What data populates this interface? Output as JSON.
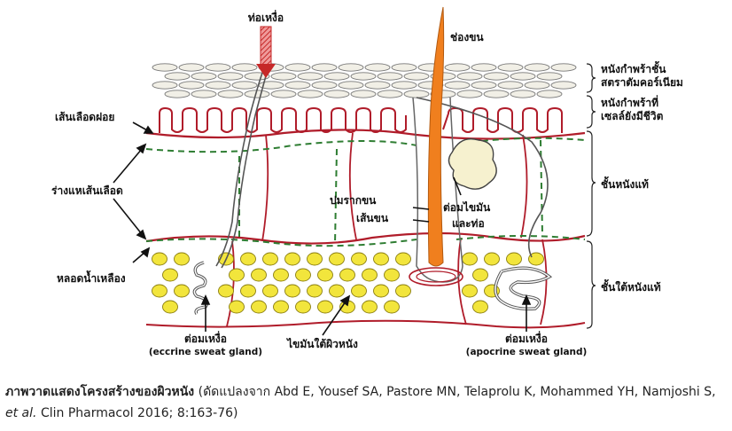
{
  "labels": {
    "sweat_pore": "ท่อเหงื่อ",
    "hair_shaft": "ช่องขน",
    "stratum_corneum_line1": "หนังกำพร้าชั้น",
    "stratum_corneum_line2": "สตราตัมคอร์เนียม",
    "living_epidermis_line1": "หนังกำพร้าที่",
    "living_epidermis_line2": "เซลล์ยังมีชีวิต",
    "capillaries": "เส้นเลือดฝอย",
    "vascular_network": "ร่างแหเส้นเลือด",
    "dermis": "ชั้นหนังแท้",
    "hair_root": "ปมรากขน",
    "hair": "เส้นขน",
    "sebaceous_line1": "ต่อมไขมัน",
    "sebaceous_line2": "และท่อ",
    "lymph": "หลอดน้ำเหลือง",
    "subcutis": "ชั้นใต้หนังแท้",
    "eccrine_th": "ต่อมเหงื่อ",
    "eccrine_en": "(eccrine sweat gland)",
    "subcutaneous_fat": "ไขมันใต้ผิวหนัง",
    "apocrine_th": "ต่อมเหงื่อ",
    "apocrine_en": "(apocrine sweat gland)"
  },
  "caption": {
    "title": "ภาพวาดแสดงโครงสร้างของผิวหนัง",
    "source_pre": "(ดัดแปลงจาก Abd E, Yousef SA, Pastore MN, Telaprolu K, Mohammed YH, Namjoshi S,",
    "source_etal": "et al.",
    "source_post": "Clin Pharmacol 2016; 8:163-76)"
  },
  "colors": {
    "dermis_line": "#b01c2a",
    "vessel_dash": "#2e7d32",
    "fat_cell": "#f2e53c",
    "hair": "#f07f1e",
    "arrow": "#c62828",
    "corneum_fill": "#f1efe6"
  }
}
